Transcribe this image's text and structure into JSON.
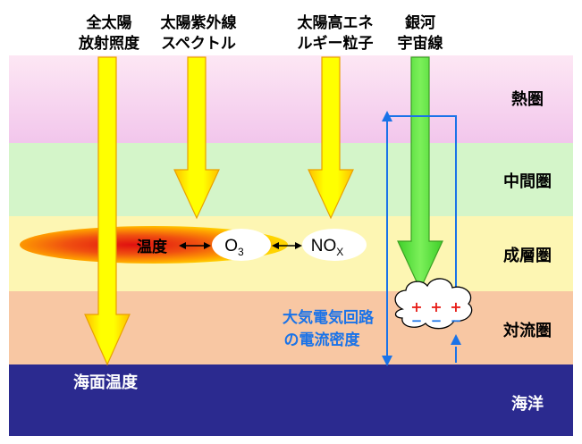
{
  "sources": {
    "total_solar_irradiance": [
      "全太陽",
      "放射照度"
    ],
    "solar_uv_spectrum": [
      "太陽紫外線",
      "スペクトル"
    ],
    "solar_energetic_particles": [
      "太陽高エネ",
      "ルギー粒子"
    ],
    "galactic_cosmic_rays": [
      "銀河",
      "宇宙線"
    ]
  },
  "layers": {
    "thermosphere": "熱圏",
    "mesosphere": "中間圏",
    "stratosphere": "成層圏",
    "troposphere": "対流圏",
    "ocean": "海洋"
  },
  "labels": {
    "temperature": "温度",
    "ozone_main": "O",
    "ozone_sub": "3",
    "nox_main": "NO",
    "nox_sub": "X",
    "current_density": [
      "大気電気回路",
      "の電流密度"
    ],
    "sea_surface_temperature": "海面温度",
    "charge_plus": "+",
    "charge_minus": "−"
  },
  "colors": {
    "thermosphere_top": "#fde7f4",
    "thermosphere_bottom": "#f2c6ec",
    "mesosphere": "#d4f5c9",
    "stratosphere": "#fdf6b3",
    "troposphere": "#f8c7a3",
    "ocean": "#2b2a8f",
    "solar_arrow_fill": "#ffff00",
    "solar_arrow_edge": "#ffb300",
    "cosmic_arrow_fill": "#66ee44",
    "cosmic_arrow_edge": "#44bb22",
    "circuit_line": "#1a73e8",
    "circuit_text": "#1a73e8",
    "plus": "#e8201a",
    "minus": "#1a73e8"
  }
}
